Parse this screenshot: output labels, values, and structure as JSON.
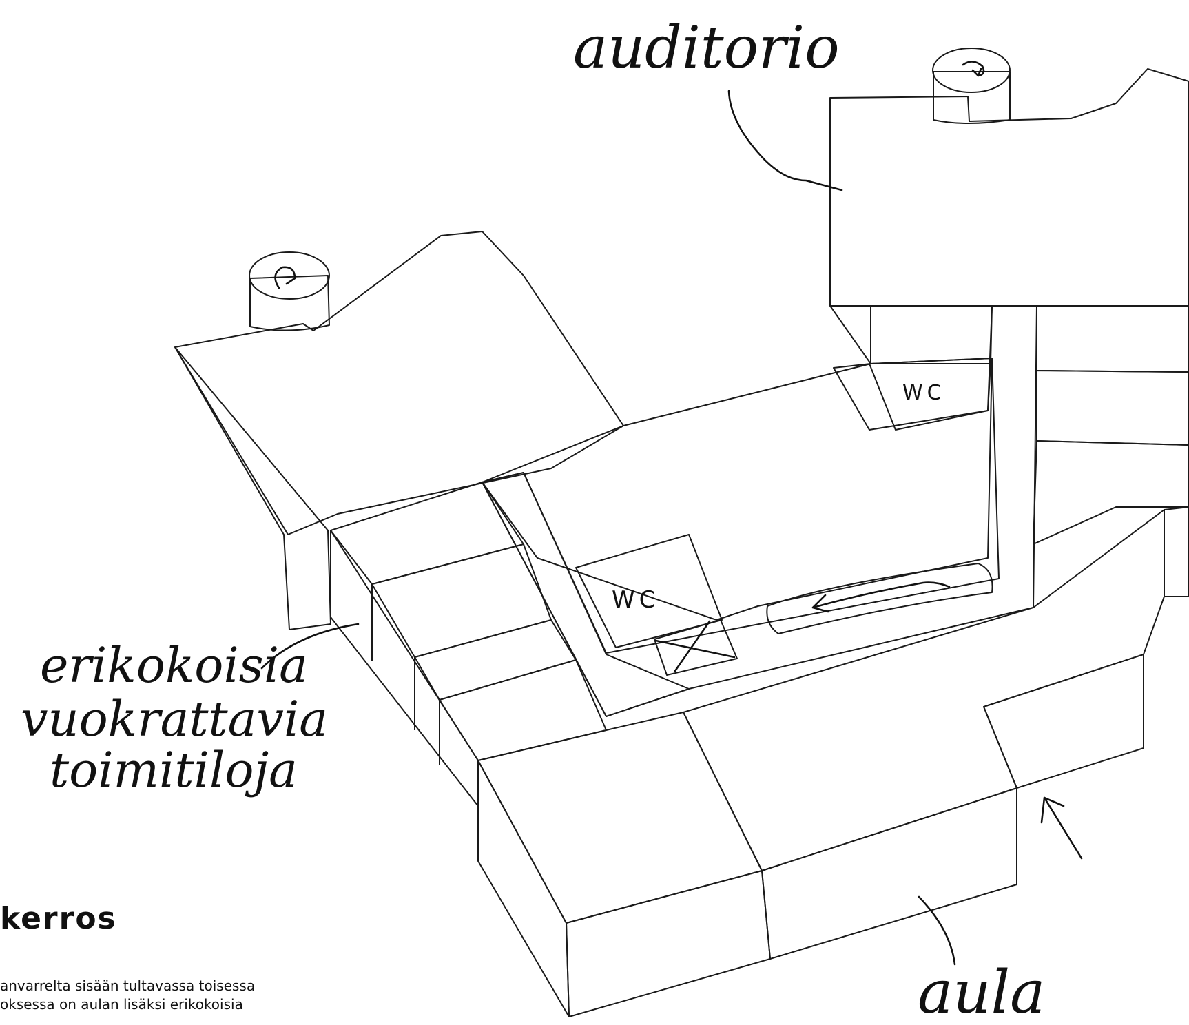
{
  "labels": {
    "auditorium": "auditorio",
    "rental_line1": "erikokoisia",
    "rental_line2": "vuokrattavia",
    "rental_line3": "toimitiloja",
    "lobby": "aula",
    "wc_upper": "WC",
    "wc_lower": "WC"
  },
  "caption": {
    "title": "kerros",
    "line1": "anvarrelta sisään tultavassa toisessa",
    "line2": "oksessa on aulan lisäksi erikokoisia"
  },
  "colors": {
    "rental_top": "#f9cb98",
    "rental_side_light": "#fbd9b2",
    "offices_top": "#dd9282",
    "offices_side": "#e8aa9c",
    "corridor": "#ececec",
    "auditorium": "#d2d2d2",
    "wc": "#7f99b4",
    "stairs_elevator": "#a6d7f4",
    "lobby_top": "#fdf7bb",
    "lobby_side": "#fdf9d4",
    "corner_room_top": "#f7b083",
    "corner_room_side": "#f9c19d"
  },
  "icons": [
    "stair-tower-icon",
    "elevator-icon",
    "entrance-arrow-icon",
    "stair-direction-arrow-icon"
  ]
}
